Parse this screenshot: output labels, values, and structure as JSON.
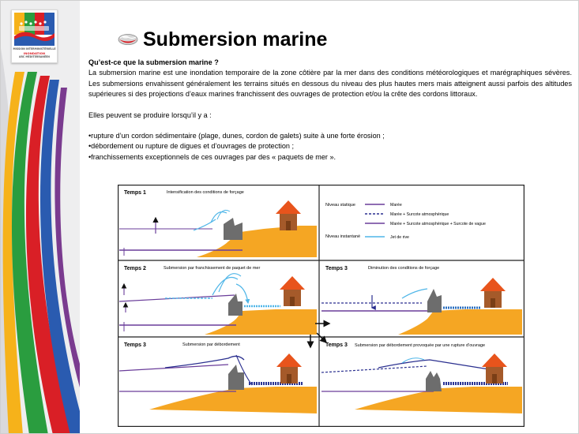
{
  "title": "Submersion marine",
  "logo": {
    "line1": "MISSION INTERMINISTÉRIELLE",
    "line2": "INONDATION",
    "line3": "ARC MÉDITERRANÉEN"
  },
  "intro": {
    "question": "Qu’est-ce que la submersion marine ?",
    "paragraph": "La submersion marine est une inondation temporaire de la zone côtière par la mer dans des conditions météorologiques et marégraphiques sévères. Les submersions envahissent généralement les terrains situés en dessous du niveau des plus hautes mers mais atteignent aussi parfois des altitudes supérieures si des projections d’eaux marines franchissent des ouvrages de protection et/ou la crête des cordons littoraux.",
    "lead": "Elles peuvent se produire lorsqu’il y a :",
    "bullets": [
      "•rupture d’un cordon sédimentaire (plage, dunes, cordon de galets) suite à une forte érosion ;",
      "•débordement ou rupture de digues et d’ouvrages de protection ;",
      "•franchissements exceptionnels de ces ouvrages par des « paquets de mer »."
    ]
  },
  "figure": {
    "panels": [
      {
        "label": "Temps 1",
        "caption": "Intensification des conditions de forçage"
      },
      {
        "label": "Temps 2",
        "caption": "Submersion par franchissement de paquet de mer"
      },
      {
        "label": "Temps 3",
        "caption": "Diminution des conditions de forçage"
      },
      {
        "label": "Temps 3",
        "caption": "Submersion par débordement"
      },
      {
        "label": "Temps 3",
        "caption": "Submersion par débordement provoquée par une rupture d’ouvrage"
      }
    ],
    "legend": {
      "static_level": "Niveau statique",
      "instant_level": "Niveau instantané",
      "items": [
        {
          "label": "Marée",
          "color": "#6a3d9a",
          "style": "solid"
        },
        {
          "label": "Marée + Surcote atmosphérique",
          "color": "#2a2f8f",
          "style": "dashed"
        },
        {
          "label": "Marée + Surcote atmosphérique + Surcote de vague",
          "color": "#6a3d9a",
          "style": "solid"
        },
        {
          "label": "Jet de rive",
          "color": "#4fb6e8",
          "style": "solid"
        }
      ]
    }
  },
  "colors": {
    "sand": "#f5a623",
    "house_roof": "#e8541c",
    "house_wall": "#a55a2a",
    "dike": "#6d6d6d",
    "water_line": "#6a3d9a",
    "swash": "#4fb6e8",
    "flood": "#2a3494"
  }
}
